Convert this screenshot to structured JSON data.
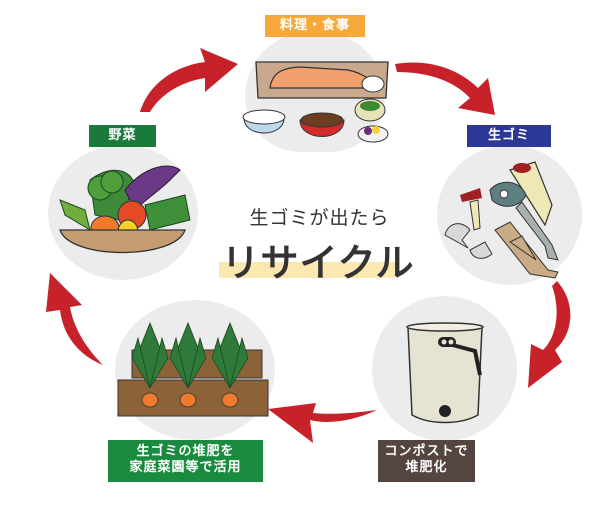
{
  "center": {
    "subtitle": "生ゴミが出たら",
    "title": "リサイクル"
  },
  "steps": [
    {
      "label": "料理・食事",
      "color": "#f6a83a",
      "icon": "meal-icon"
    },
    {
      "label": "生ゴミ",
      "color": "#2b3896",
      "icon": "food-waste-icon"
    },
    {
      "label": "コンポストで\n堆肥化",
      "line1": "コンポストで",
      "line2": "堆肥化",
      "color": "#544540",
      "icon": "compost-bin-icon"
    },
    {
      "label": "生ゴミの堆肥を\n家庭菜園等で活用",
      "line1": "生ゴミの堆肥を",
      "line2": "家庭菜園等で活用",
      "color": "#1a8a3f",
      "icon": "garden-carrots-icon"
    },
    {
      "label": "野菜",
      "color": "#1a7a3c",
      "icon": "vegetables-icon"
    }
  ],
  "arrow_color": "#c7222a"
}
